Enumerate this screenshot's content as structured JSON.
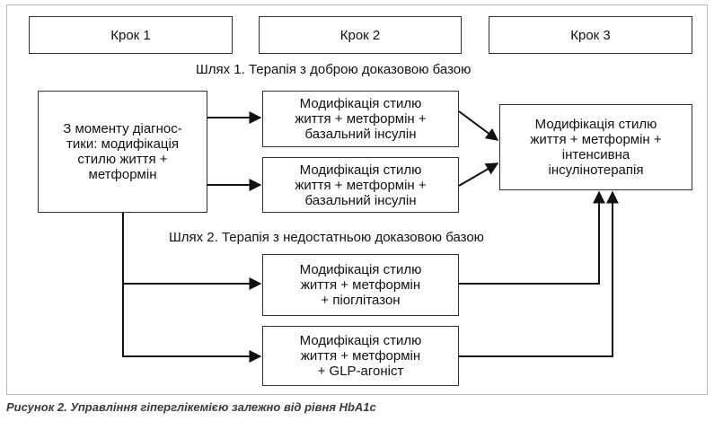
{
  "steps": [
    "Крок 1",
    "Крок 2",
    "Крок 3"
  ],
  "path1": {
    "label": "Шлях 1. Терапія з доброю доказовою базою"
  },
  "path2": {
    "label": "Шлях 2. Терапія з недостатньою доказовою базою"
  },
  "boxes": {
    "start": "З моменту діагнос-\nтики: модифікація\nстилю життя +\nметформін",
    "p1_top": "Модифікація стилю\nжиття + метформін +\nбазальний інсулін",
    "p1_bottom": "Модифікація стилю\nжиття + метформін +\nбазальний інсулін",
    "final": "Модифікація стилю\nжиття + метформін +\nінтенсивна\nінсулінотерапія",
    "p2_top": "Модифікація стилю\nжиття + метформін\n+ піоглітазон",
    "p2_bottom": "Модифікація стилю\nжиття + метформін\n+ GLP-агоніст"
  },
  "caption": "Рисунок 2. Управління гіперглікемією залежно від рівня HbA1c"
}
